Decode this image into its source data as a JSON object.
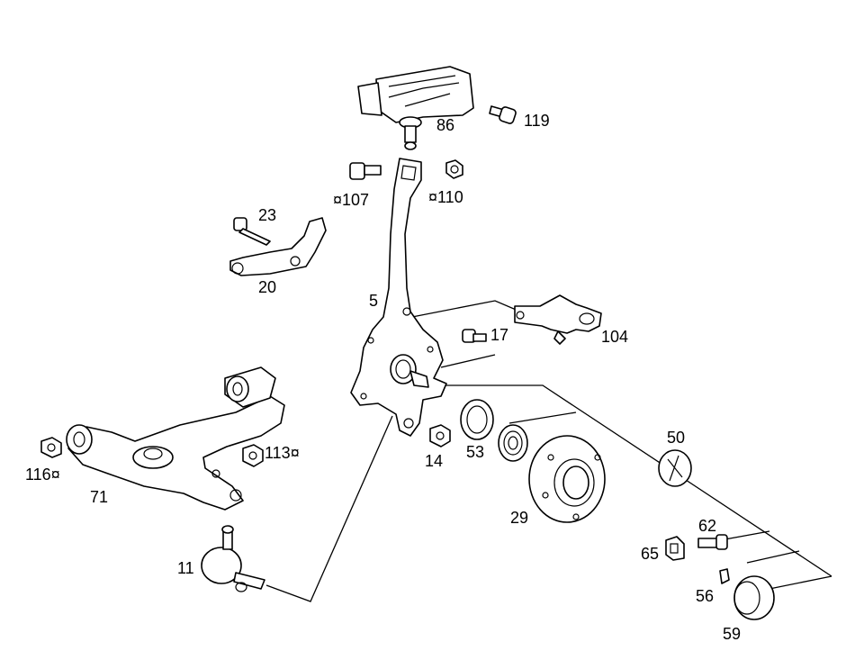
{
  "labels": {
    "p86": "86",
    "p119": "119",
    "p107": "¤107",
    "p110": "¤110",
    "p23": "23",
    "p20": "20",
    "p5": "5",
    "p17": "17",
    "p104": "104",
    "p113": "113¤",
    "p116": "116¤",
    "p71": "71",
    "p14": "14",
    "p53": "53",
    "p50": "50",
    "p29": "29",
    "p62": "62",
    "p65": "65",
    "p56": "56",
    "p59": "59",
    "p11": "11"
  }
}
